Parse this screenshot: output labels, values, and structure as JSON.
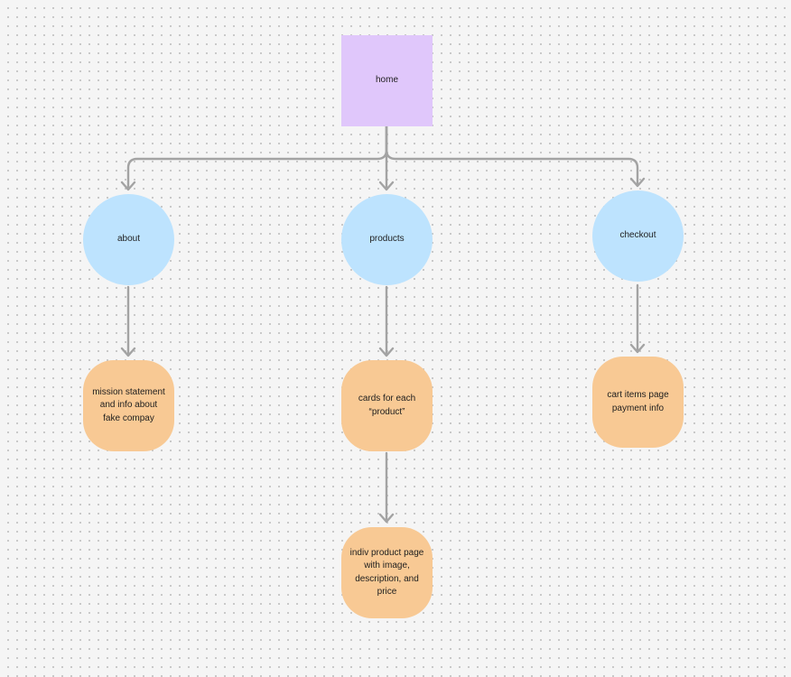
{
  "diagram": {
    "colors": {
      "root_fill": "#e0c7fb",
      "section_fill": "#bde3fe",
      "detail_fill": "#f8c994",
      "connector": "#a3a3a3"
    },
    "nodes": {
      "home": "home",
      "about": "about",
      "products": "products",
      "checkout": "checkout",
      "about_detail": "mission statement and info about fake compay",
      "products_cards": "cards for each “product”",
      "product_page": "indiv product page with image, description, and price",
      "checkout_detail": "cart items page\npayment info"
    }
  }
}
